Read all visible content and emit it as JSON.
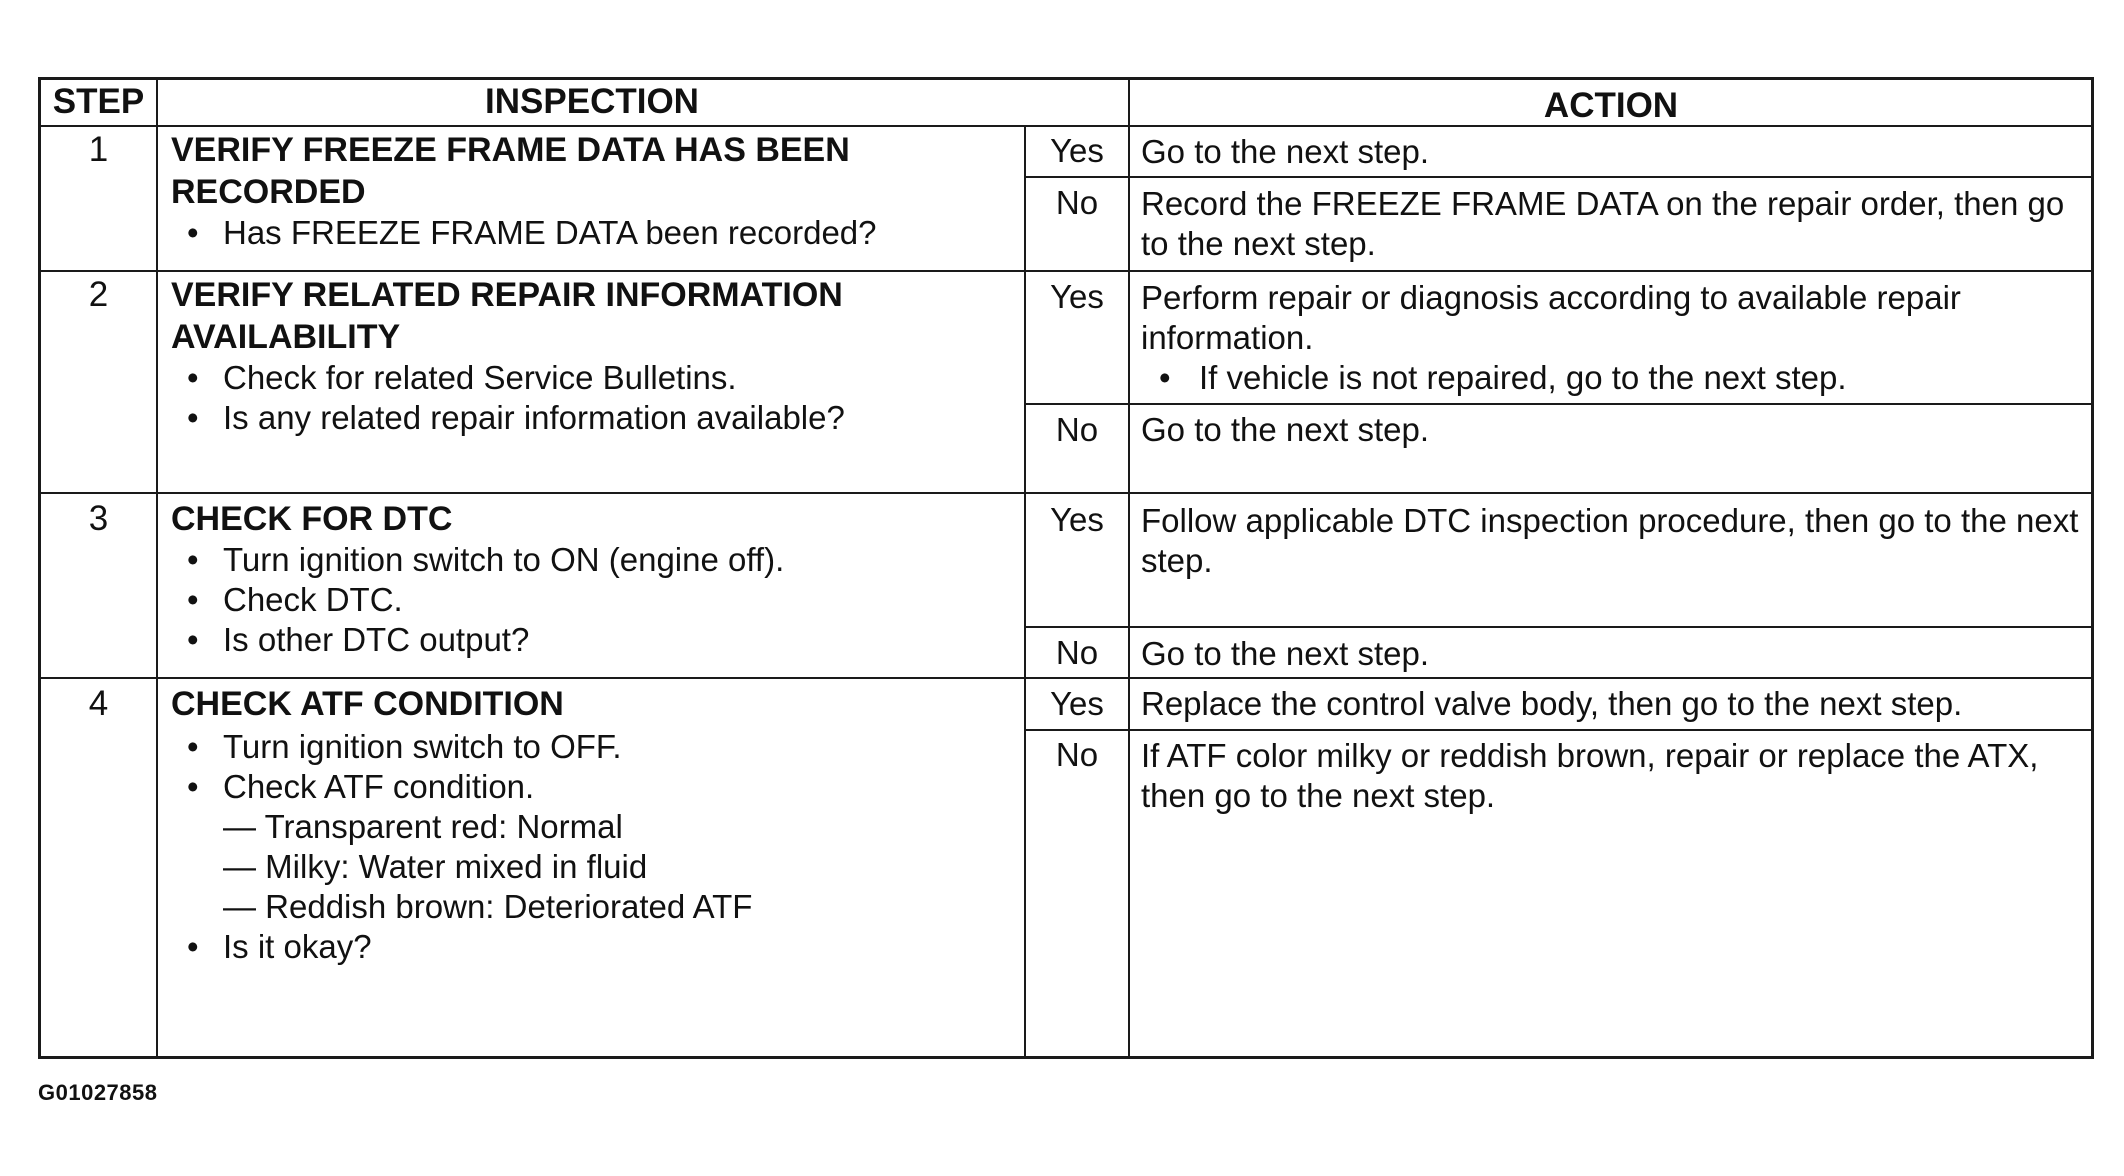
{
  "header": {
    "step": "STEP",
    "inspection": "INSPECTION",
    "action": "ACTION"
  },
  "bullet_glyph": "•",
  "steps": [
    {
      "number": "1",
      "title": "VERIFY FREEZE FRAME DATA HAS BEEN RECORDED",
      "bullets": [
        "Has FREEZE FRAME DATA been recorded?"
      ],
      "yes_label": "Yes",
      "yes_action": "Go to the next step.",
      "no_label": "No",
      "no_action": "Record the FREEZE FRAME DATA on the repair order, then go to the next step."
    },
    {
      "number": "2",
      "title": "VERIFY RELATED REPAIR INFORMATION AVAILABILITY",
      "bullets": [
        "Check for related Service Bulletins.",
        "Is any related repair information available?"
      ],
      "yes_label": "Yes",
      "yes_action": "Perform repair or diagnosis according to available repair information.",
      "yes_action_bullet": "If vehicle is not repaired, go to the next step.",
      "no_label": "No",
      "no_action": "Go to the next step."
    },
    {
      "number": "3",
      "title": "CHECK FOR DTC",
      "bullets": [
        "Turn ignition switch to ON (engine off).",
        "Check DTC.",
        "Is other DTC output?"
      ],
      "yes_label": "Yes",
      "yes_action": "Follow applicable DTC inspection procedure, then go to the next step.",
      "no_label": "No",
      "no_action": "Go to the next step."
    },
    {
      "number": "4",
      "title": "CHECK ATF CONDITION",
      "bullets": [
        "Turn ignition switch to OFF.",
        "Check ATF condition."
      ],
      "sub_items": [
        "— Transparent red: Normal",
        "— Milky: Water mixed in fluid",
        "— Reddish brown: Deteriorated ATF"
      ],
      "final_bullet": "Is it okay?",
      "yes_label": "Yes",
      "yes_action": "Replace the control valve body, then go to the next step.",
      "no_label": "No",
      "no_action": "If ATF color milky or reddish brown, repair or replace the ATX, then go to the next step."
    }
  ],
  "document_id": "G01027858"
}
